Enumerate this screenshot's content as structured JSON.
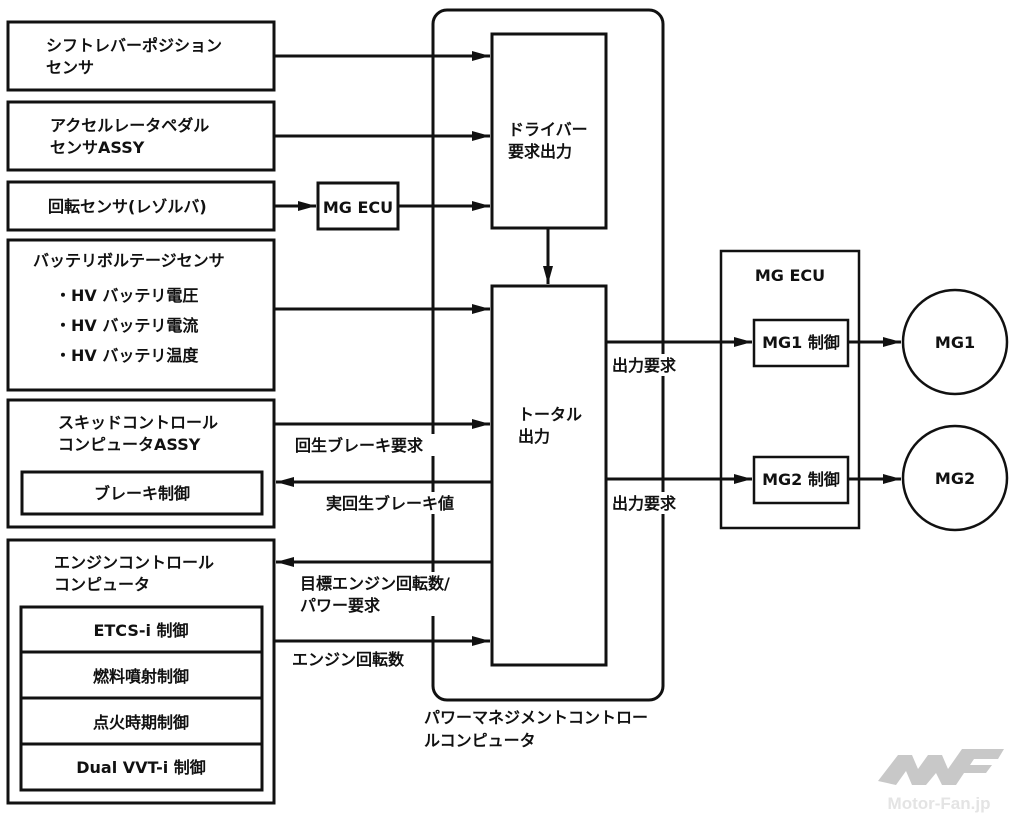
{
  "diagram": {
    "title": "Power management control system block diagram",
    "inputs": [
      {
        "id": "shift",
        "lines": [
          "シフトレバーポジション",
          "センサ"
        ]
      },
      {
        "id": "accel",
        "lines": [
          "アクセルレータペダル",
          "センサASSY"
        ]
      },
      {
        "id": "resolver",
        "lines": [
          "回転センサ(レゾルバ)"
        ]
      },
      {
        "id": "battery",
        "lines": [
          "バッテリボルテージセンサ",
          "・HV バッテリ電圧",
          "・HV バッテリ電流",
          "・HV バッテリ温度"
        ]
      },
      {
        "id": "skid",
        "lines": [
          "スキッドコントロール",
          "コンピュータASSY"
        ],
        "sub": [
          "ブレーキ制御"
        ]
      },
      {
        "id": "engine",
        "lines": [
          "エンジンコントロール",
          "コンピュータ"
        ],
        "sub": [
          "ETCS-i 制御",
          "燃料噴射制御",
          "点火時期制御",
          "Dual VVT-i 制御"
        ]
      }
    ],
    "mg_ecu_small": "MG ECU",
    "pmc": {
      "label": [
        "パワーマネジメントコントロー",
        "ルコンピュータ"
      ],
      "driver_block": [
        "ドライバー",
        "要求出力"
      ],
      "total_block": [
        "トータル",
        "出力"
      ]
    },
    "signals": {
      "regen_request": "回生ブレーキ要求",
      "actual_regen": "実回生ブレーキ値",
      "target_engine": [
        "目標エンジン回転数/",
        "パワー要求"
      ],
      "engine_speed": "エンジン回転数",
      "output_request_1": "出力要求",
      "output_request_2": "出力要求"
    },
    "mg_ecu": {
      "title": "MG ECU",
      "mg1_control": "MG1 制御",
      "mg2_control": "MG2 制御"
    },
    "motors": {
      "mg1": "MG1",
      "mg2": "MG2"
    },
    "colors": {
      "line": "#111111",
      "background": "#ffffff",
      "watermark": "#c8c8c8"
    }
  },
  "watermark": {
    "text": "Motor-Fan.jp"
  }
}
